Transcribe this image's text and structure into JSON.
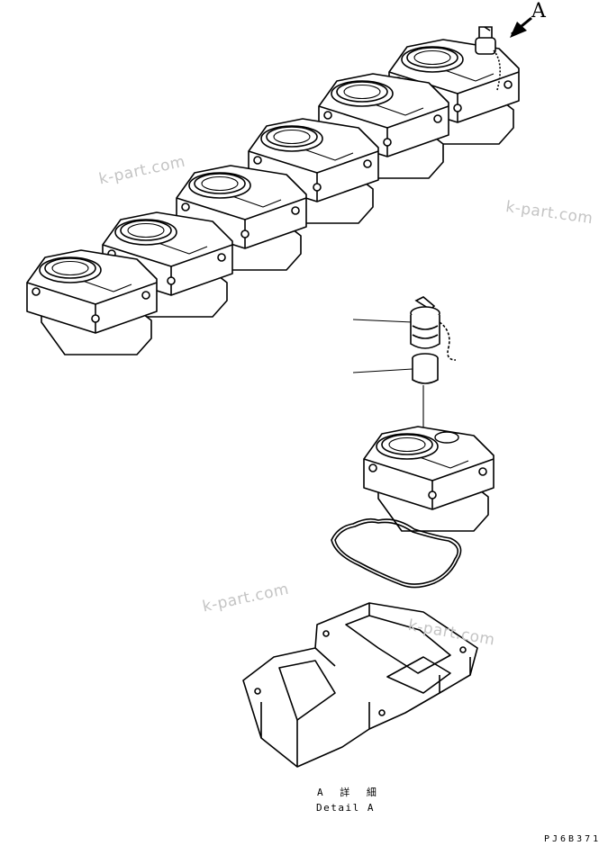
{
  "view_label": "A",
  "watermarks": [
    "k-part.com",
    "k-part.com",
    "k-part.com",
    "k-part.com"
  ],
  "caption": {
    "japanese": "A 詳 細",
    "english": "Detail A"
  },
  "drawing_code": "PJ6B371"
}
